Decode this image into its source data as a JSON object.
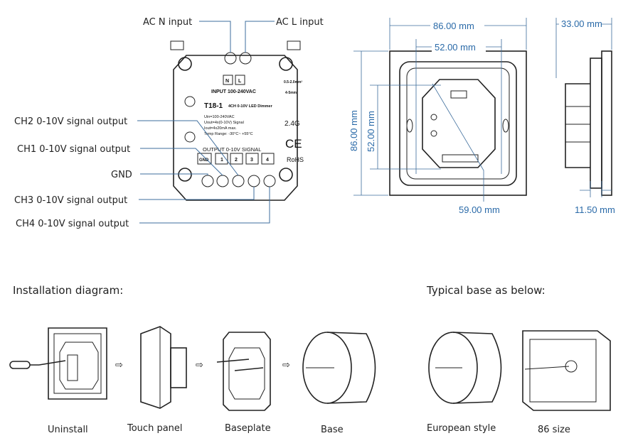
{
  "wiring": {
    "labels": {
      "ac_n": "AC N input",
      "ac_l": "AC L input",
      "ch2": "CH2 0-10V signal output",
      "ch1": "CH1 0-10V signal output",
      "gnd": "GND",
      "ch3": "CH3 0-10V signal output",
      "ch4": "CH4 0-10V signal output"
    },
    "device": {
      "term_n": "N",
      "term_l": "L",
      "input": "INPUT 100-240VAC",
      "wire_size": "0.5-2.0mm²",
      "strip": "4-5mm",
      "model": "T18-1",
      "model_desc": "4CH 0-10V LED Dimmer",
      "spec1": "Uin=100-240VAC",
      "spec2": "Uout=4x(0-10V) Signal",
      "spec3": "Iout=4x20mA max.",
      "spec4": "Temp Range: -30°C~ +55°C",
      "wireless": "2.4G",
      "ce": "CE",
      "rohs": "RoHS",
      "output": "OUTPUT 0-10V SIGNAL",
      "out_terms": [
        "GND",
        "1",
        "2",
        "3",
        "4"
      ]
    }
  },
  "dimensions": {
    "width_outer": "86.00 mm",
    "width_inner": "52.00 mm",
    "height_outer": "86.00 mm",
    "height_inner": "52.00 mm",
    "diag": "59.00 mm",
    "depth_total": "33.00 mm",
    "depth_panel": "11.50 mm"
  },
  "installation": {
    "title": "Installation diagram:",
    "steps": [
      "Uninstall",
      "Touch panel",
      "Baseplate",
      "Base"
    ]
  },
  "typical": {
    "title": "Typical base as below:",
    "items": [
      "European style",
      "86 size"
    ]
  }
}
